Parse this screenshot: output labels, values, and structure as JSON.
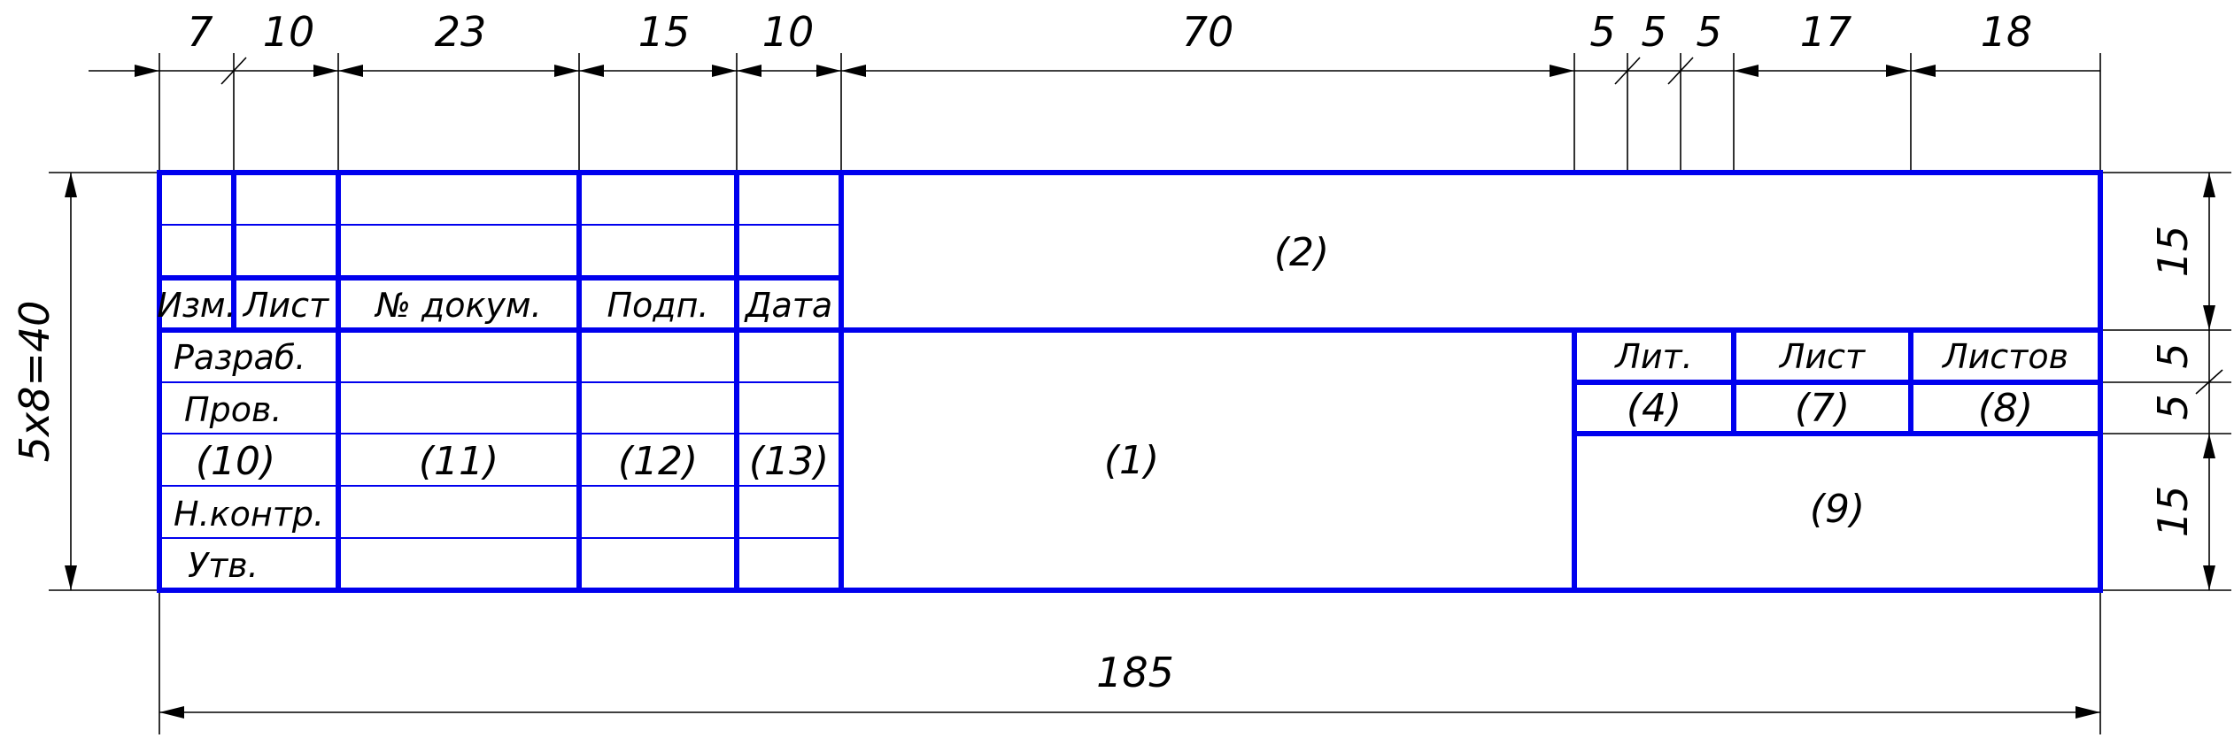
{
  "top_dims": [
    "7",
    "10",
    "23",
    "15",
    "10",
    "70",
    "5",
    "5",
    "5",
    "17",
    "18"
  ],
  "right_dims": [
    "15",
    "5",
    "5",
    "15"
  ],
  "left_dim": "5x8=40",
  "bottom_dim": "185",
  "header_labels": [
    "Изм.",
    "Лист",
    "№ докум.",
    "Подп.",
    "Дата"
  ],
  "row_labels": [
    "Разраб.",
    "Пров.",
    "(10)",
    "Н.контр.",
    "Утв."
  ],
  "column_fields": [
    "(11)",
    "(12)",
    "(13)"
  ],
  "field_main": "(1)",
  "field_top": "(2)",
  "small_headers": [
    "Лит.",
    "Лист",
    "Листов"
  ],
  "small_fields": [
    "(4)",
    "(7)",
    "(8)"
  ],
  "field_bottom_right": "(9)"
}
